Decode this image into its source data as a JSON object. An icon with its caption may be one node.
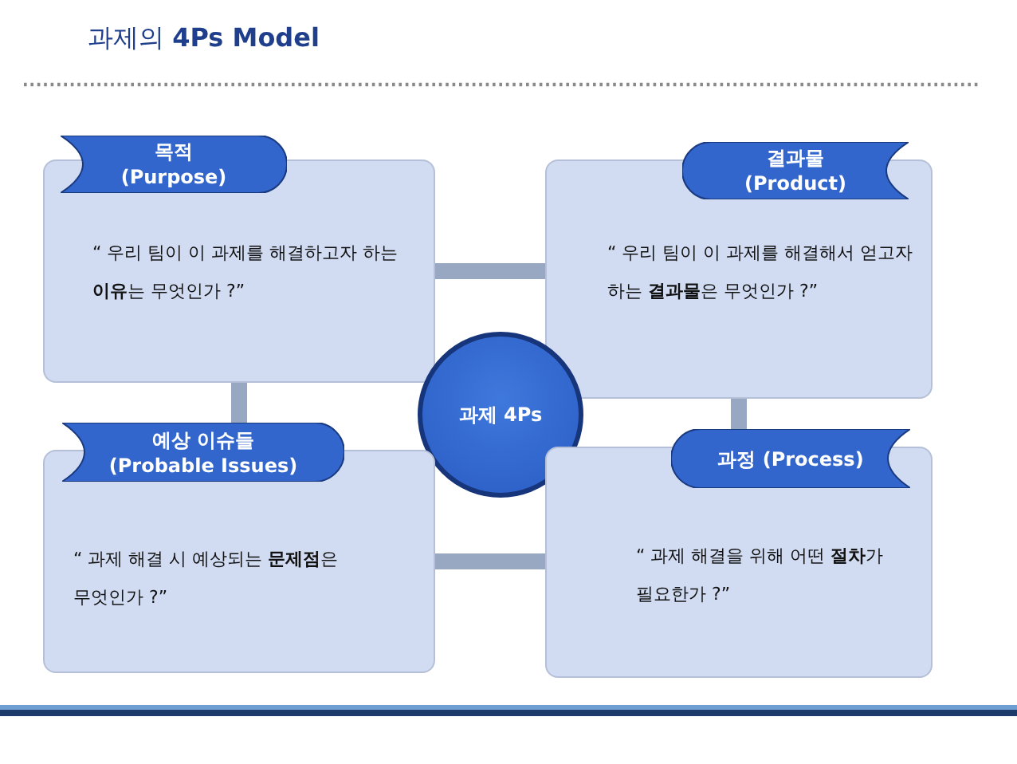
{
  "diagram": {
    "title": "과제의 **4Ps Model**",
    "nodes": [
      {
        "text": [
          "목적 (Purpose)",
          "“ 우리 팀이 이 과제를 해결하고자 하는 **이유**는 무엇인가 ?”"
        ]
      },
      {
        "text": [
          "결과물 (Product)",
          "“ 우리 팀이 이 과제를 해결해서 얻고자 하는 **결과물**은 무엇인가 ?”"
        ]
      },
      {
        "text": [
          "과제 4Ps"
        ]
      },
      {
        "text": [
          "예상 이슈들 (Probable Issues)",
          "“ 과제 해결 시 예상되는 **문제점**은 무엇인가 ?”"
        ]
      },
      {
        "text": [
          "과정 (Process)",
          "“ 과제 해결을 위해 어떤 **절차**가 필요한가 ?”"
        ]
      }
    ],
    "edges": [
      {
        "from": 0,
        "to": 1,
        "arrow": "none"
      },
      {
        "from": 0,
        "to": 3,
        "arrow": "none"
      },
      {
        "from": 1,
        "to": 4,
        "arrow": "none"
      },
      {
        "from": 3,
        "to": 4,
        "arrow": "none"
      }
    ]
  }
}
